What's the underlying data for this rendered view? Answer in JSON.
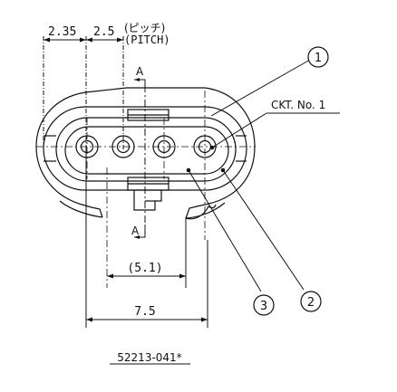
{
  "dimensions": {
    "edge_offset": "2.35",
    "pitch_value": "2.5",
    "pitch_jp": "(ピッチ)",
    "pitch_en": "(PITCH)",
    "inner_span": "(5.1)",
    "overall_width": "7.5"
  },
  "section_marks": {
    "top": "A",
    "bottom": "A"
  },
  "callouts": {
    "housing": "1",
    "terminal": "2",
    "retainer": "3",
    "circuit_label": "CKT. No. 1"
  },
  "part_number": "52213-041*",
  "colors": {
    "line": "#111111",
    "background": "#ffffff"
  }
}
